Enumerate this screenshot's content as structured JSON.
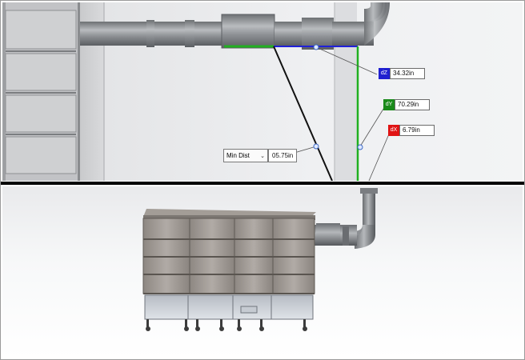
{
  "top_view": {
    "measure": {
      "selection_label": "Min Dist",
      "selection_value": "05.75in",
      "dz_tag": "dZ",
      "dz_value": "34.32in",
      "dy_tag": "dY",
      "dy_value": "70.29in",
      "dx_tag": "dX",
      "dx_value": "6.79in"
    }
  },
  "colors": {
    "dz": "#1f1fd0",
    "dy": "#1a8a1a",
    "dx": "#e01414",
    "pipe": "#8f9296",
    "bin": "#9d9792"
  },
  "icons": {
    "dropdown": "chevron-down-icon"
  }
}
